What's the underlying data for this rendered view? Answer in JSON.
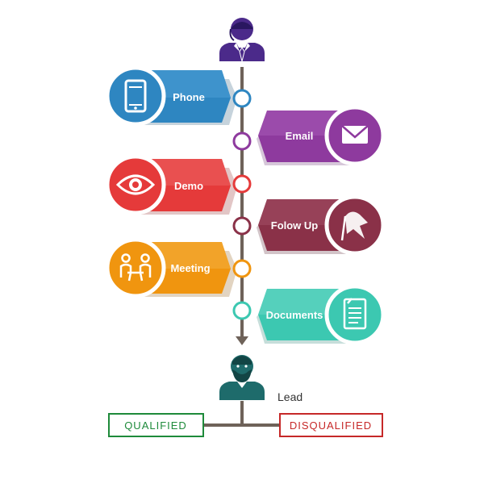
{
  "colors": {
    "timeline": "#6e6259",
    "agent": "#4b2a8a",
    "lead": "#1e6b6b",
    "phone": "#2e86c1",
    "email": "#8e3a9e",
    "demo": "#e53a3a",
    "followup": "#8a3148",
    "meeting": "#f0950f",
    "documents": "#3cc8b1",
    "qualified": "#1e8a3a",
    "disqualified": "#c62828"
  },
  "steps": [
    {
      "label": "Phone",
      "icon": "phone-icon"
    },
    {
      "label": "Email",
      "icon": "envelope-icon"
    },
    {
      "label": "Demo",
      "icon": "eye-icon"
    },
    {
      "label": "Folow Up",
      "icon": "flag-icon"
    },
    {
      "label": "Meeting",
      "icon": "meeting-icon"
    },
    {
      "label": "Documents",
      "icon": "document-icon"
    }
  ],
  "agent": {
    "icon": "agent-icon"
  },
  "lead": {
    "label": "Lead",
    "icon": "lead-icon"
  },
  "outcomes": {
    "qualified": "QUALIFIED",
    "disqualified": "DISQUALIFIED"
  }
}
